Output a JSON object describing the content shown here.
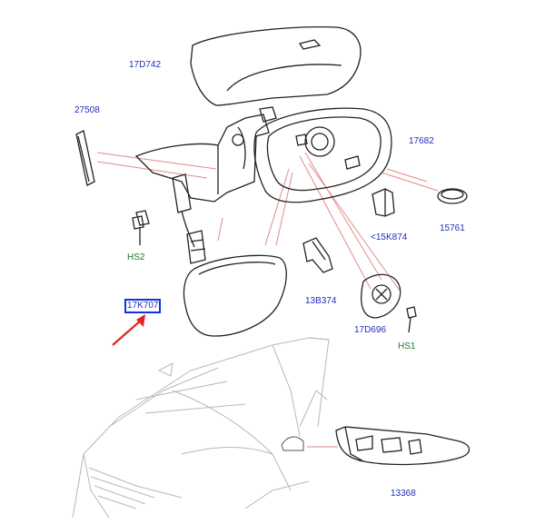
{
  "colors": {
    "part_label": "#1f2fb8",
    "hardware_label": "#1c7a2c",
    "leader_line": "#e38a8a",
    "outline": "#222222",
    "vehicle_outline": "#b8b8b8",
    "selection_box": "#1233e0",
    "pointer_arrow": "#e0261b"
  },
  "labels": {
    "mirror_cap": "17D742",
    "seal_27508": "27508",
    "housing": "17682",
    "hs2": "HS2",
    "k874": "<15K874",
    "p15761": "15761",
    "glass": "17K707",
    "b374": "13B374",
    "d696": "17D696",
    "hs1": "HS1",
    "indicator": "13368"
  }
}
